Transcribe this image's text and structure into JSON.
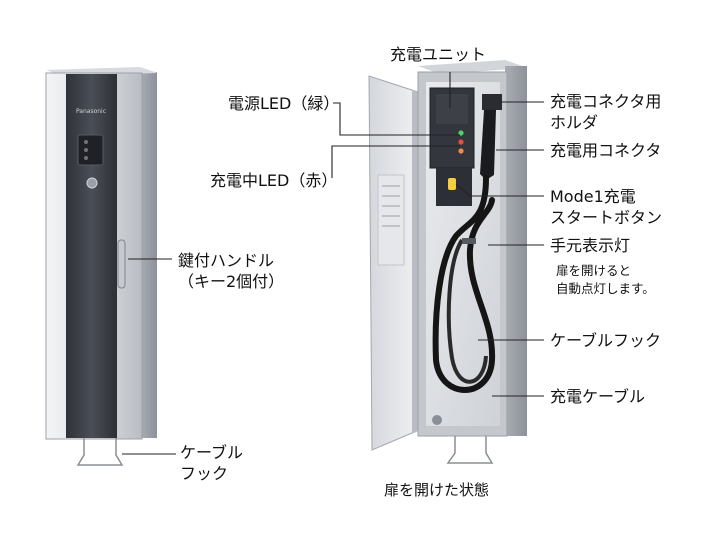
{
  "brand_text": "Panasonic",
  "colors": {
    "cabinet_silver": "#c9ccd1",
    "front_dark": "#3a3d44",
    "led_green": "#4fd36b",
    "led_red": "#e2503c",
    "lamp_yellow": "#f4d03f",
    "cable_black": "#151515"
  },
  "labels": {
    "lock_handle_line1": "鍵付ハンドル",
    "lock_handle_line2": "（キー2個付）",
    "cable_hook_left_line1": "ケーブル",
    "cable_hook_left_line2": "フック",
    "charge_unit": "充電ユニット",
    "power_led": "電源LED（緑）",
    "charging_led": "充電中LED（赤）",
    "connector_holder_line1": "充電コネクタ用",
    "connector_holder_line2": "ホルダ",
    "charge_connector": "充電用コネクタ",
    "mode1_line1": "Mode1充電",
    "mode1_line2": "スタートボタン",
    "hand_light": "手元表示灯",
    "hand_light_note_line1": "扉を開けると",
    "hand_light_note_line2": "自動点灯します。",
    "cable_hook_right": "ケーブルフック",
    "charge_cable": "充電ケーブル",
    "caption": "扉を開けた状態"
  }
}
